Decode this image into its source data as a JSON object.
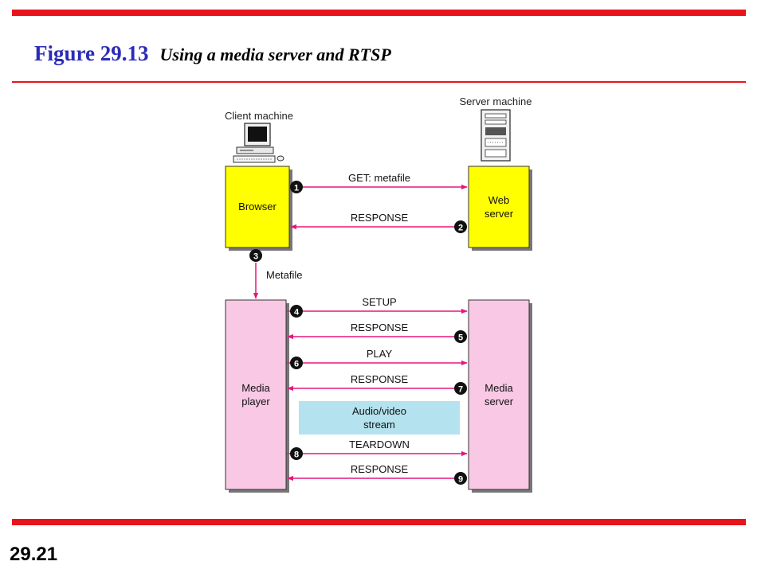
{
  "header": {
    "figure_label": "Figure 29.13",
    "figure_caption": "Using a media server and RTSP"
  },
  "footer": {
    "page_number": "29.21"
  },
  "diagram": {
    "client_label": "Client machine",
    "server_label": "Server machine",
    "browser_label": "Browser",
    "web_server_label": [
      "Web",
      "server"
    ],
    "media_player_label": [
      "Media",
      "player"
    ],
    "media_server_label": [
      "Media",
      "server"
    ],
    "stream_label": [
      "Audio/video",
      "stream"
    ],
    "metafile_label": "Metafile",
    "messages": [
      {
        "step": "1",
        "label": "GET: metafile"
      },
      {
        "step": "2",
        "label": "RESPONSE"
      },
      {
        "step": "3",
        "label": "Metafile"
      },
      {
        "step": "4",
        "label": "SETUP"
      },
      {
        "step": "5",
        "label": "RESPONSE"
      },
      {
        "step": "6",
        "label": "PLAY"
      },
      {
        "step": "7",
        "label": "RESPONSE"
      },
      {
        "step": "8",
        "label": "TEARDOWN"
      },
      {
        "step": "9",
        "label": "RESPONSE"
      }
    ],
    "colors": {
      "accent_red": "#e8141c",
      "title_blue": "#2b2bb8",
      "arrow_magenta": "#e6167f",
      "browser_yellow": "#ffff00",
      "media_pink": "#f8c8e4",
      "stream_blue": "#b4e2ee"
    }
  }
}
